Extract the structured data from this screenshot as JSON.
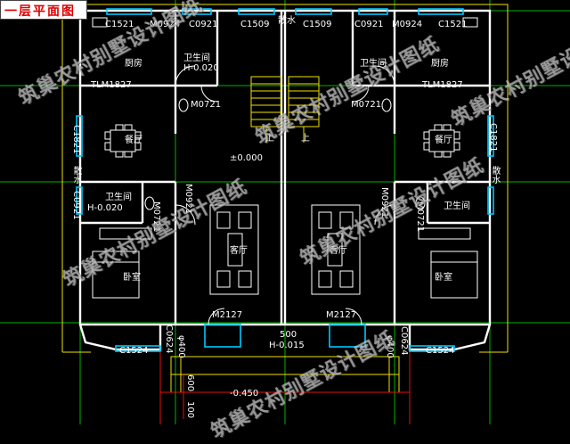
{
  "title": "一层平面图",
  "watermark": "筑巢农村别墅设计图纸",
  "labels": {
    "c1521": "C1521",
    "m0924": "M0924",
    "c0921": "C0921",
    "c1509": "C1509",
    "sanshui": "散水",
    "kitchen": "厨房",
    "bathroom": "卫生间",
    "h_minus_0020": "H-0.020",
    "tlm1827": "TLM1827",
    "m0721": "M0721",
    "dining": "餐厅",
    "up": "上",
    "elevation_zero": "±0.000",
    "living": "客厅",
    "bedroom": "卧室",
    "m0921": "M0921",
    "m2127": "M2127",
    "c1524": "C1524",
    "c0624": "C0624",
    "c1821": "C1821",
    "dim_500": "500",
    "h_minus_0015": "H-0.015",
    "phi400": "φ400",
    "dim_600": "600",
    "dim_100": "100",
    "elev_minus_0450": "-0.450"
  },
  "colors": {
    "background": "#000000",
    "wall": "#ffffff",
    "grid": "#00b400",
    "outline": "#f0e000",
    "window": "#00c8ff",
    "dimension": "#e01010",
    "furniture": "#ffffff",
    "title_text": "#e00000"
  }
}
